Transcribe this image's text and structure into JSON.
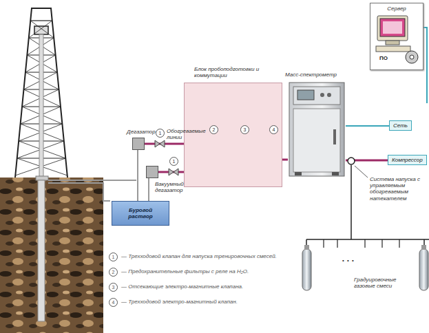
{
  "diagram": {
    "nodes": [
      {
        "text": [
          "Сервер"
        ]
      },
      {
        "text": [
          "Масс-спектрометр"
        ]
      },
      {
        "text": [
          "Сеть"
        ]
      },
      {
        "text": [
          "Компрессор"
        ]
      },
      {
        "text": [
          "Блок пробоподготовки и коммутации"
        ]
      },
      {
        "text": [
          "Дегазатор"
        ]
      },
      {
        "text": [
          "Вакуумный дегазатор"
        ]
      },
      {
        "text": [
          "Буровой раствор"
        ]
      }
    ],
    "edges": [
      {
        "from": 5,
        "to": 4,
        "arrow": "none"
      },
      {
        "from": 6,
        "to": 4,
        "arrow": "none"
      },
      {
        "from": 4,
        "to": 1,
        "arrow": "none"
      },
      {
        "from": 1,
        "to": 2,
        "arrow": "none"
      },
      {
        "from": 1,
        "to": 3,
        "arrow": "none"
      },
      {
        "from": 5,
        "to": 7,
        "arrow": "none"
      },
      {
        "from": 6,
        "to": 7,
        "arrow": "none"
      }
    ],
    "labels": [
      "1",
      "Обогреваемые линии",
      "1",
      "2",
      "3",
      "4",
      "ПО",
      "Система напуска с управляемым обогреваемым натекателем",
      "• • •",
      "Градуировочные газовые смеси",
      "1",
      "— Трехходовой клапан для напуска тренировочных смесей.",
      "2",
      "— Предохранительные фильтры с реле на H₂O.",
      "3",
      "— Отсекающие электро-магнитные клапана.",
      "4",
      "— Трехходовой электро-магнитный клапан."
    ]
  }
}
